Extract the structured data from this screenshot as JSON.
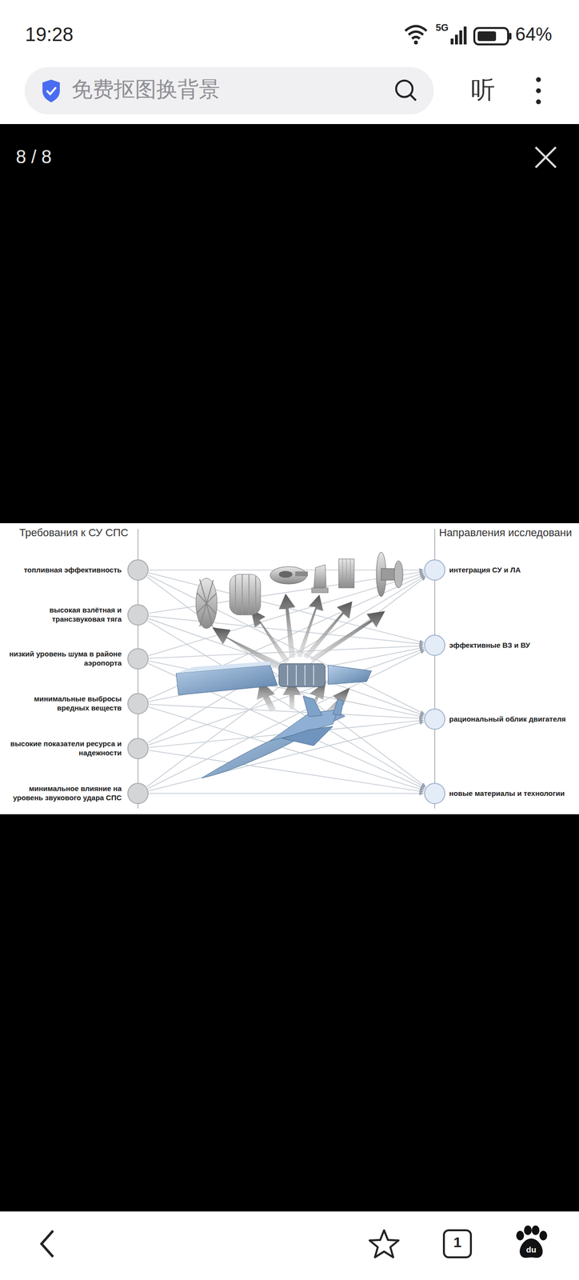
{
  "diagram": {
    "nodes": [
      {
        "text": [
          "топливная эффективность"
        ]
      },
      {
        "text": [
          "высокая взлётная и трансзвуковая тяга"
        ]
      },
      {
        "text": [
          "низкий уровень шума в районе аэропорта"
        ]
      },
      {
        "text": [
          "минимальные выбросы вредных веществ"
        ]
      },
      {
        "text": [
          "высокие показатели ресурса и надежности"
        ]
      },
      {
        "text": [
          "минимальное влияние на уровень звукового удара СПС"
        ]
      },
      {
        "text": [
          "интеграция СУ и ЛА"
        ]
      },
      {
        "text": [
          "эффективные ВЗ и ВУ"
        ]
      },
      {
        "text": [
          "рациональный облик двигателя"
        ]
      },
      {
        "text": [
          "новые материалы и технологии"
        ]
      }
    ],
    "edges": [
      {
        "from": 0,
        "to": 6,
        "arrow": "to"
      },
      {
        "from": 0,
        "to": 7,
        "arrow": "to"
      },
      {
        "from": 0,
        "to": 8,
        "arrow": "to"
      },
      {
        "from": 0,
        "to": 9,
        "arrow": "to"
      },
      {
        "from": 1,
        "to": 6,
        "arrow": "to"
      },
      {
        "from": 1,
        "to": 7,
        "arrow": "to"
      },
      {
        "from": 1,
        "to": 8,
        "arrow": "to"
      },
      {
        "from": 1,
        "to": 9,
        "arrow": "to"
      },
      {
        "from": 2,
        "to": 6,
        "arrow": "to"
      },
      {
        "from": 2,
        "to": 7,
        "arrow": "to"
      },
      {
        "from": 2,
        "to": 8,
        "arrow": "to"
      },
      {
        "from": 2,
        "to": 9,
        "arrow": "to"
      },
      {
        "from": 3,
        "to": 6,
        "arrow": "to"
      },
      {
        "from": 3,
        "to": 7,
        "arrow": "to"
      },
      {
        "from": 3,
        "to": 8,
        "arrow": "to"
      },
      {
        "from": 3,
        "to": 9,
        "arrow": "to"
      },
      {
        "from": 4,
        "to": 6,
        "arrow": "to"
      },
      {
        "from": 4,
        "to": 7,
        "arrow": "to"
      },
      {
        "from": 4,
        "to": 8,
        "arrow": "to"
      },
      {
        "from": 4,
        "to": 9,
        "arrow": "to"
      },
      {
        "from": 5,
        "to": 6,
        "arrow": "to"
      },
      {
        "from": 5,
        "to": 7,
        "arrow": "to"
      },
      {
        "from": 5,
        "to": 8,
        "arrow": "to"
      },
      {
        "from": 5,
        "to": 9,
        "arrow": "to"
      }
    ],
    "labels": [
      "19:28",
      "5G",
      "64%",
      "免费抠图换背景",
      "听",
      "8 / 8",
      "Требования к СУ СПС",
      "Направления исследовани",
      "1",
      "du"
    ]
  }
}
